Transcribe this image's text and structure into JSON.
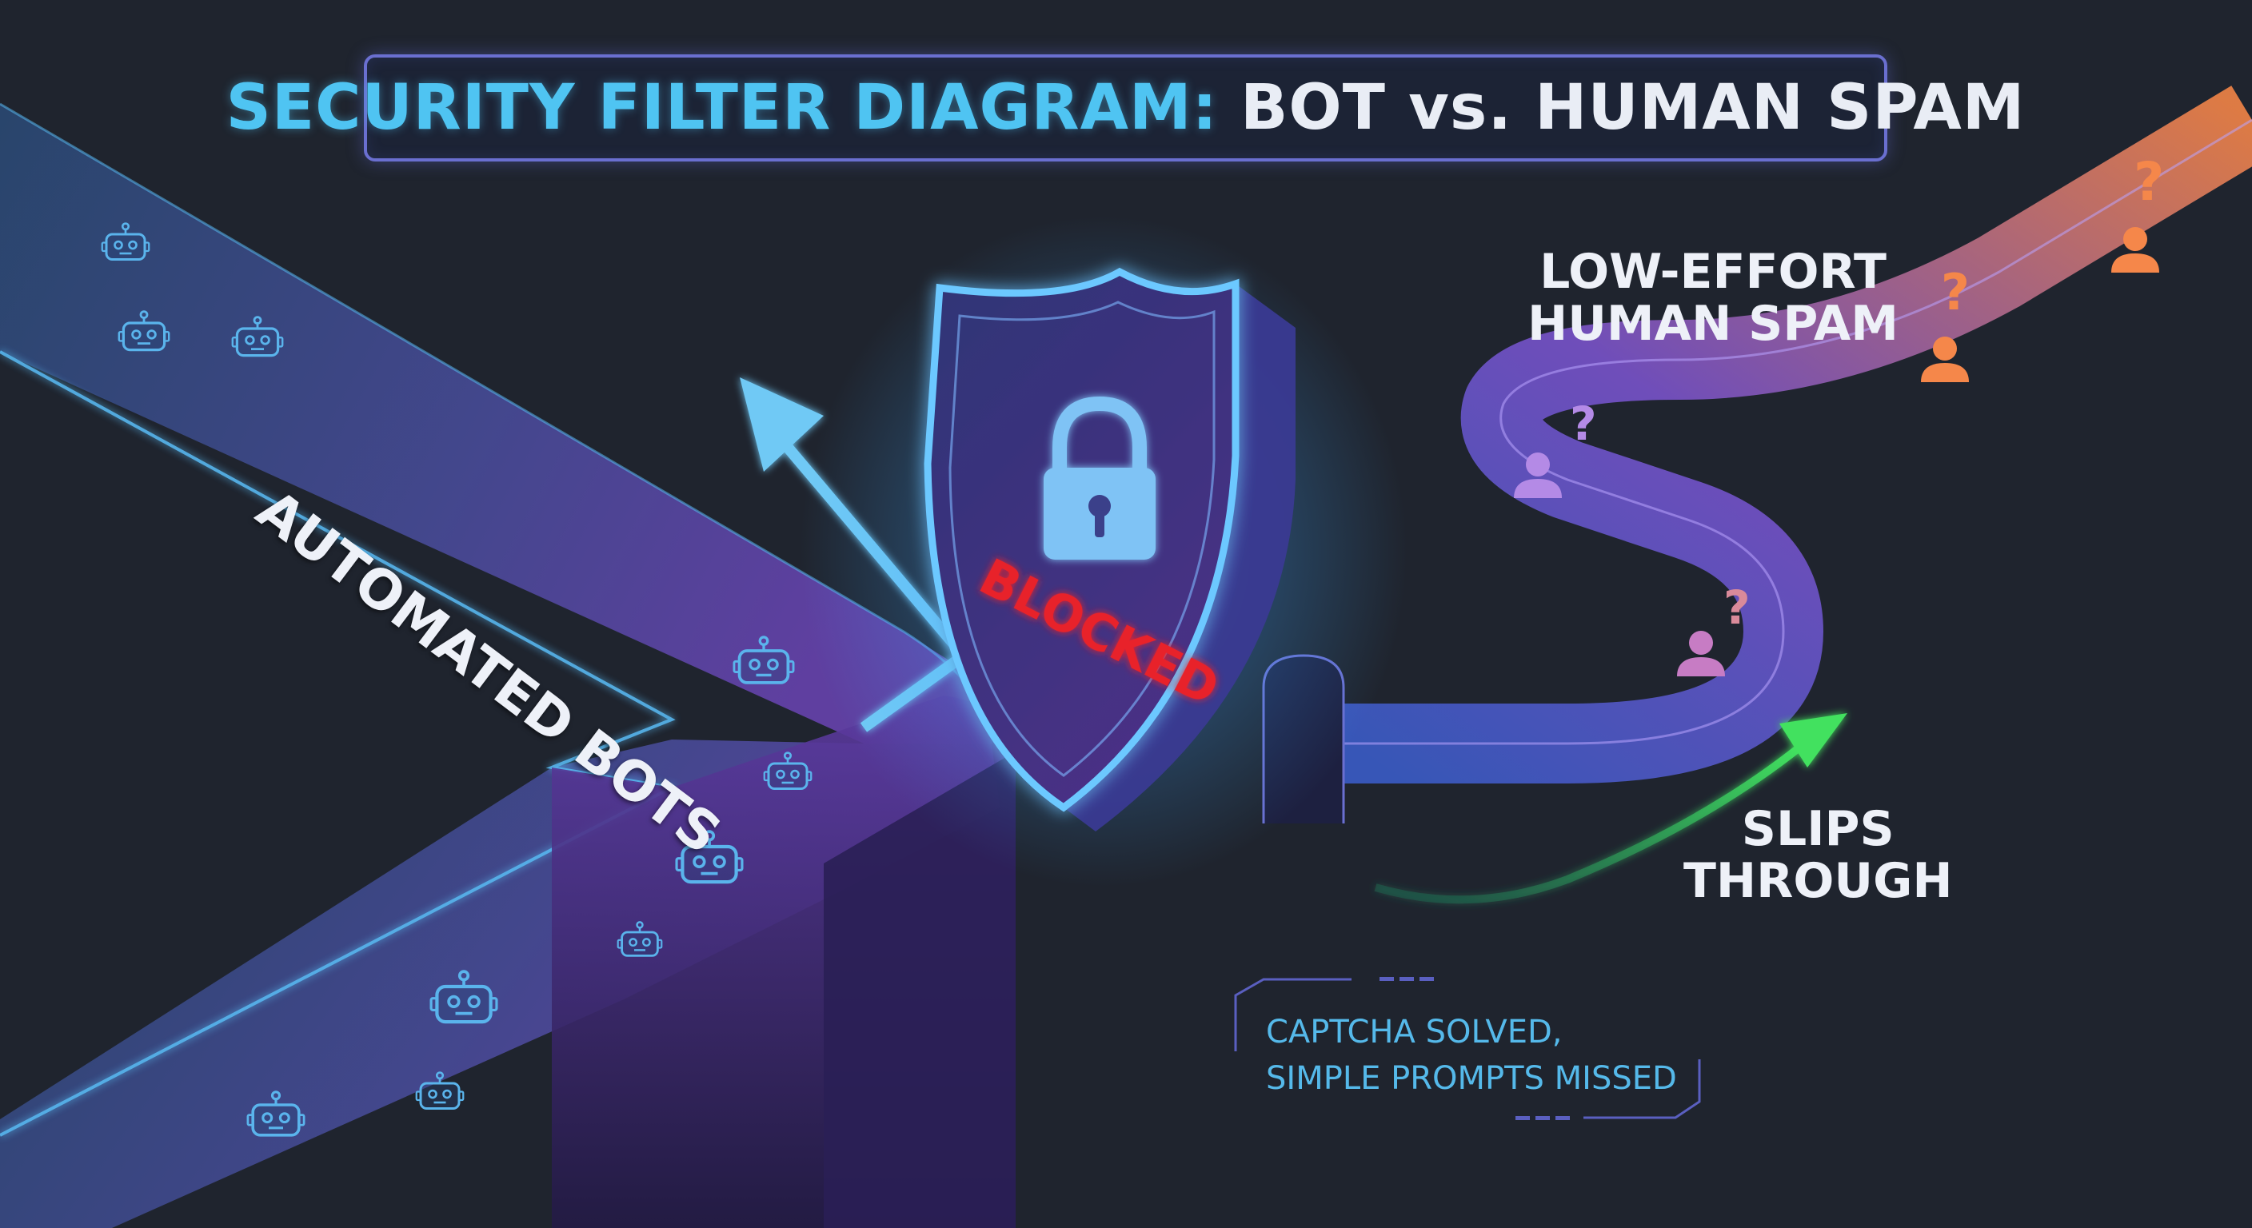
{
  "title": {
    "part1": "SECURITY FILTER DIAGRAM:",
    "part2": "BOT vs. HUMAN SPAM"
  },
  "labels": {
    "bots": "AUTOMATED BOTS",
    "shield": "BLOCKED",
    "human_spam": [
      "LOW-EFFORT",
      "HUMAN SPAM"
    ],
    "slips": [
      "SLIPS",
      "THROUGH"
    ],
    "captcha": [
      "CAPTCHA SOLVED,",
      "SIMPLE PROMPTS MISSED"
    ]
  },
  "icons": {
    "bot": "robot-icon",
    "shield": "shield-icon",
    "lock": "padlock-icon",
    "user": "user-icon",
    "question": "question-mark-icon",
    "deflect_arrow": "arrow-up-left-icon",
    "pass_arrow": "arrow-up-right-icon"
  },
  "colors": {
    "background": "#1f242e",
    "cyan": "#4fc4f2",
    "purple": "#7a55d6",
    "blocked_red": "#e8242c",
    "green": "#3fd15a",
    "orange": "#f08a4b"
  }
}
